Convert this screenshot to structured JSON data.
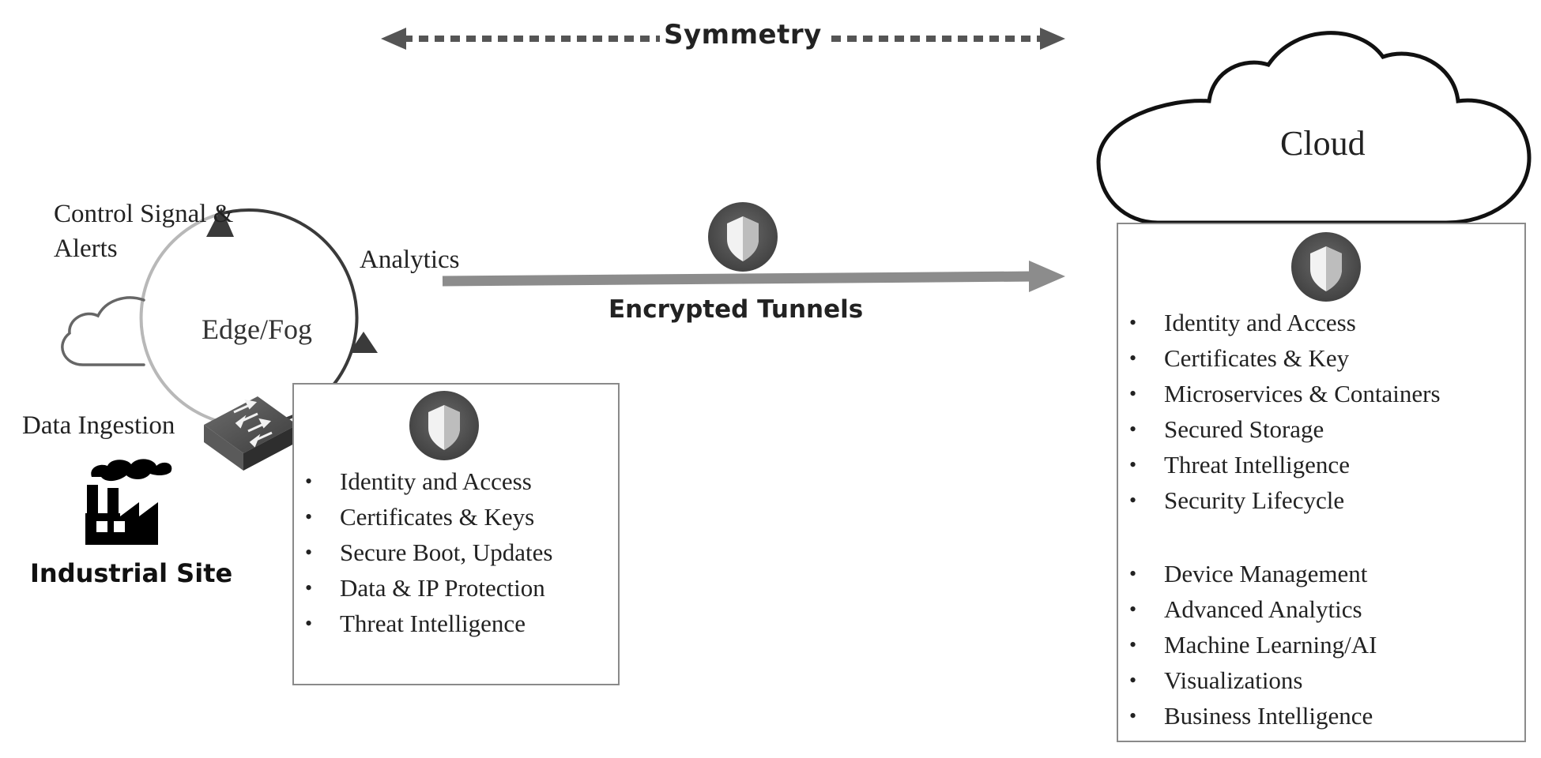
{
  "diagram": {
    "symmetry_label": "Symmetry",
    "encrypted_tunnels_label": "Encrypted Tunnels",
    "edge": {
      "circle_label": "Edge/Fog",
      "control_label_line1": "Control Signal &",
      "control_label_line2": "Alerts",
      "analytics_label": "Analytics",
      "ingestion_label": "Data Ingestion",
      "site_label": "Industrial Site"
    },
    "edge_security": {
      "items": [
        "Identity and Access",
        "Certificates & Keys",
        "Secure Boot, Updates",
        "Data & IP Protection",
        "Threat Intelligence"
      ]
    },
    "cloud": {
      "title": "Cloud",
      "security_items": [
        "Identity and Access",
        "Certificates & Key",
        "Microservices & Containers",
        "Secured Storage",
        "Threat Intelligence",
        "Security Lifecycle"
      ],
      "platform_items": [
        "Device Management",
        "Advanced Analytics",
        "Machine Learning/AI",
        "Visualizations",
        "Business Intelligence"
      ]
    },
    "colors": {
      "dark": "#3a3a3a",
      "arrow_gray": "#8a8a8a",
      "shield_gray": "#5a5a5a",
      "border_gray": "#8a8a8a"
    },
    "icons": [
      "shield-icon",
      "network-switch-icon",
      "factory-icon",
      "cloud-outline-icon",
      "cloud-icon"
    ]
  }
}
